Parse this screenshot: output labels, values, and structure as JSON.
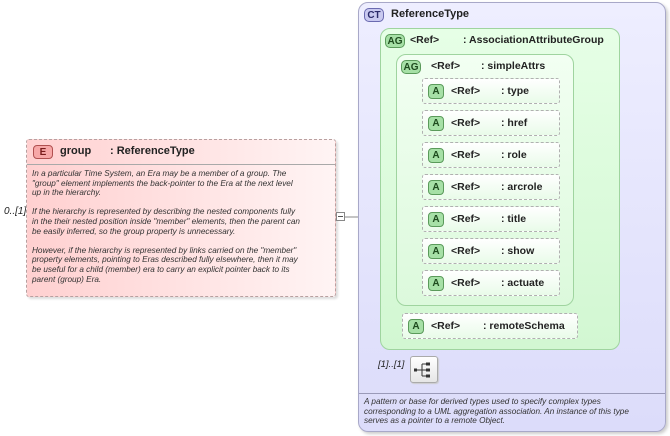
{
  "element": {
    "occurs": "0..[1]",
    "badge": "E",
    "name": "group",
    "type": ": ReferenceType",
    "documentation": [
      "In a particular Time System, an Era may be a member of a group.  The",
      "\"group\" element implements the back-pointer to the Era at the next level",
      "up in the hierarchy.",
      "",
      "If the hierarchy is represented by describing the nested components fully",
      "in the their nested position inside \"member\" elements, then the parent can",
      "be easily inferred, so the group property is unnecessary.",
      "",
      "However, if the hierarchy is represented by links carried on the \"member\"",
      "property elements, pointing to Eras described fully elsewhere, then it may",
      "be useful for a child (member) era to carry an explicit pointer back to its",
      "parent (group) Era."
    ]
  },
  "complex_type": {
    "badge": "CT",
    "name": "ReferenceType",
    "documentation": [
      "A pattern or base for derived types used to specify complex types",
      "corresponding to a UML aggregation association.  An instance of this type",
      "serves as a pointer to a remote Object."
    ]
  },
  "outer_group": {
    "badge": "AG",
    "ref": "<Ref>",
    "name": ": AssociationAttributeGroup"
  },
  "inner_group": {
    "badge": "AG",
    "ref": "<Ref>",
    "name": ": simpleAttrs"
  },
  "attributes": [
    {
      "badge": "A",
      "ref": "<Ref>",
      "name": ": type"
    },
    {
      "badge": "A",
      "ref": "<Ref>",
      "name": ": href"
    },
    {
      "badge": "A",
      "ref": "<Ref>",
      "name": ": role"
    },
    {
      "badge": "A",
      "ref": "<Ref>",
      "name": ": arcrole"
    },
    {
      "badge": "A",
      "ref": "<Ref>",
      "name": ": title"
    },
    {
      "badge": "A",
      "ref": "<Ref>",
      "name": ": show"
    },
    {
      "badge": "A",
      "ref": "<Ref>",
      "name": ": actuate"
    }
  ],
  "remote_schema": {
    "badge": "A",
    "ref": "<Ref>",
    "name": ": remoteSchema"
  },
  "sequence": {
    "occurs": "[1]..[1]",
    "icon": "sequence-icon"
  }
}
